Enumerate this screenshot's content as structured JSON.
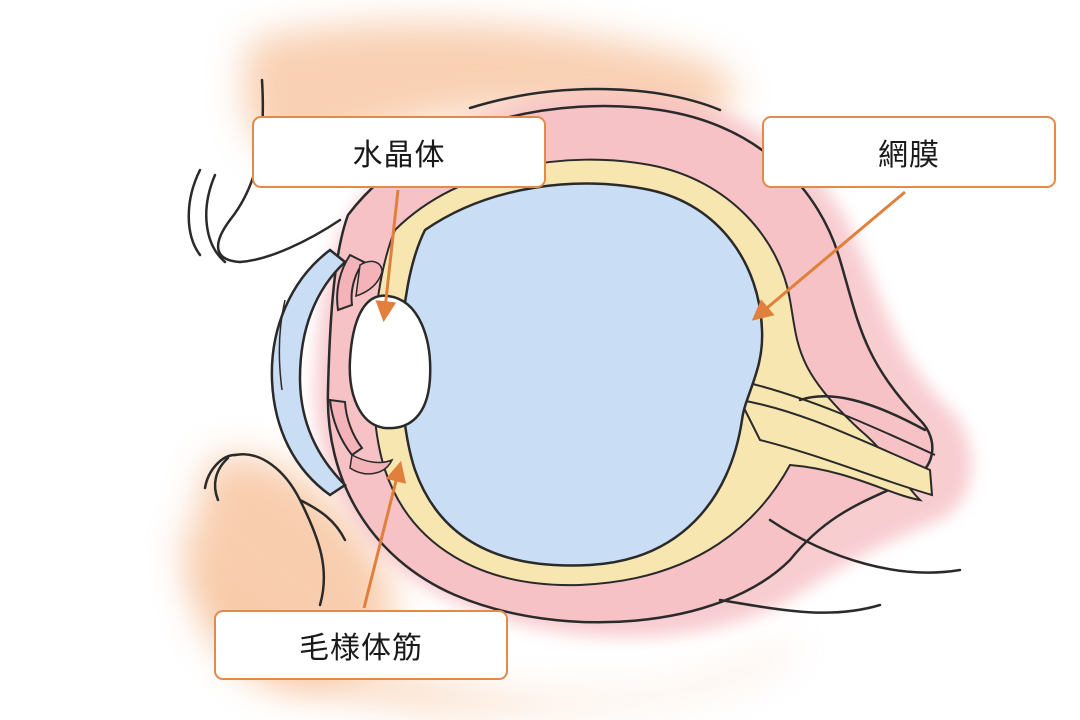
{
  "labels": {
    "lens": "水晶体",
    "retina": "網膜",
    "ciliary_muscle": "毛様体筋"
  },
  "colors": {
    "label_border": "#e08a4c",
    "arrow": "#e0803c",
    "vitreous_fill": "#c9ddf5",
    "sclera_pink": "#f4b3b8",
    "retina_yellow": "#f7e6b0",
    "skin_orange": "#f7c19a",
    "outline": "#2a2a2a"
  }
}
